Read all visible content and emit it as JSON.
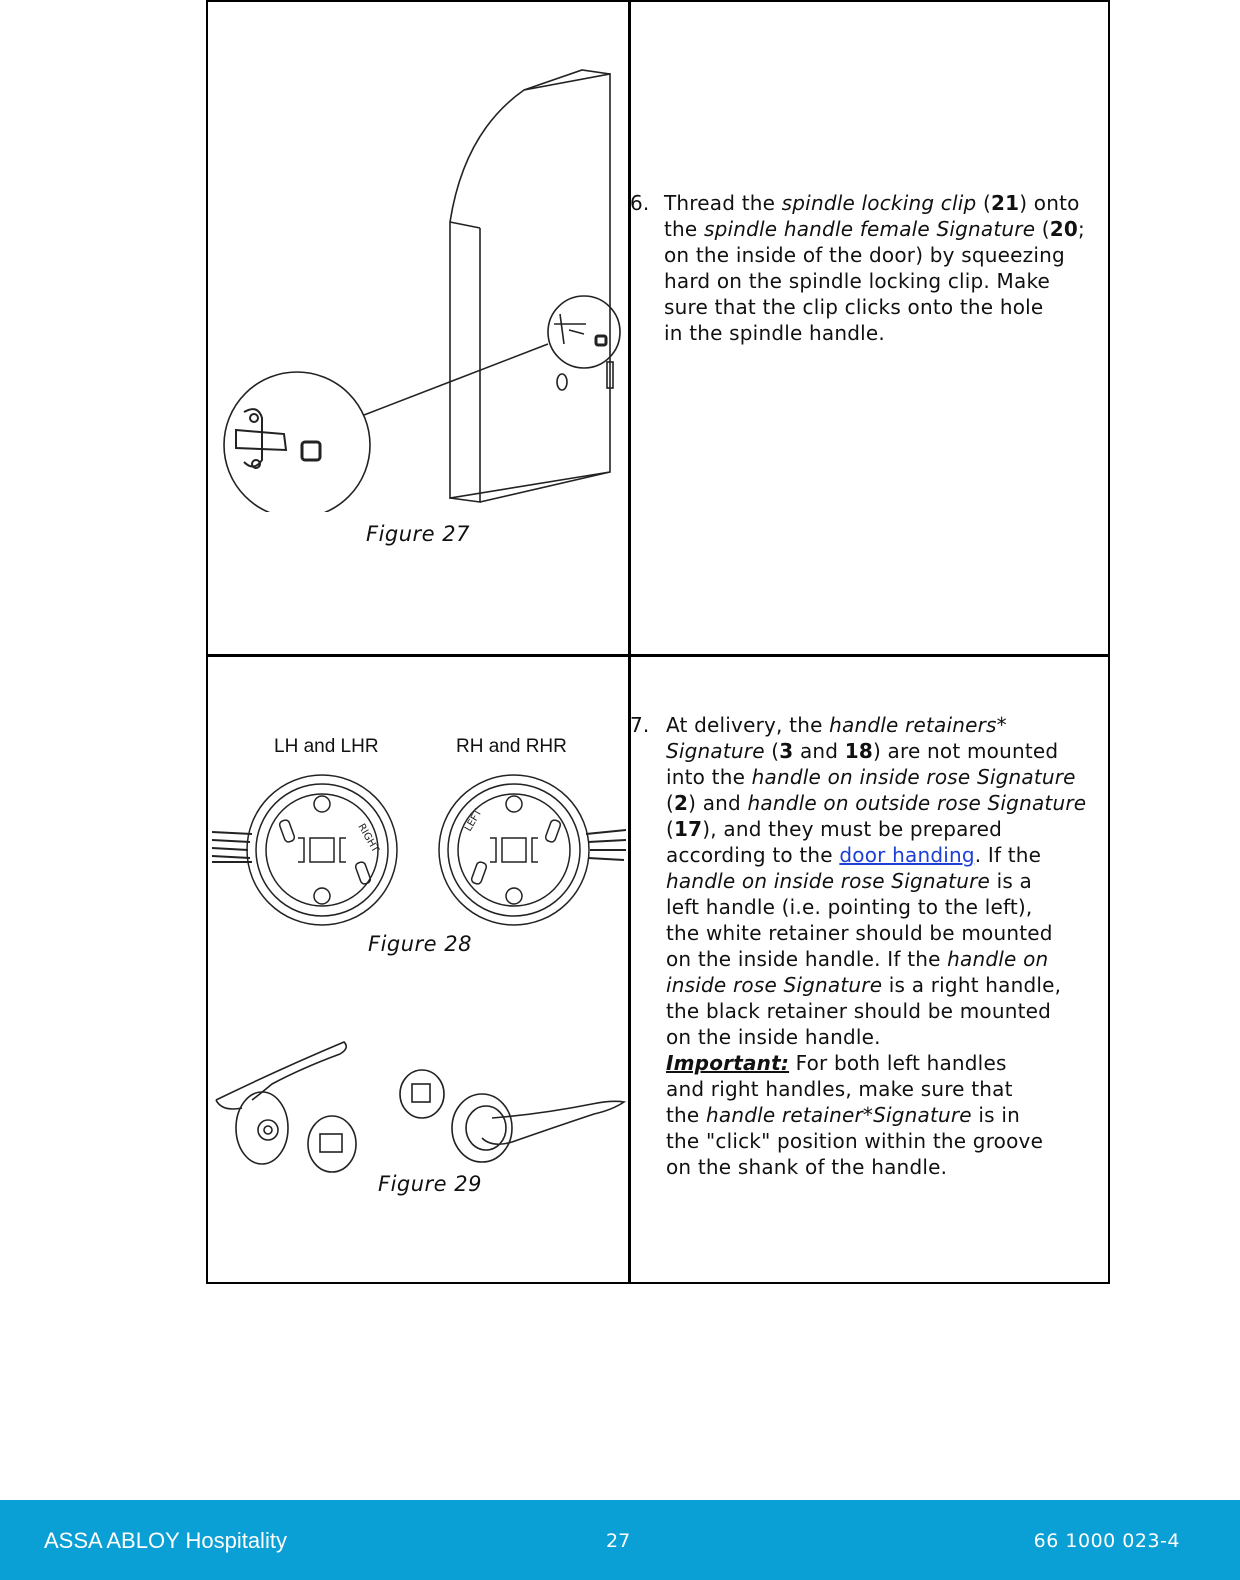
{
  "figures": {
    "fig27_caption": "Figure 27",
    "fig28_caption": "Figure 28",
    "fig29_caption": "Figure 29",
    "fig28_label_left": "LH and LHR",
    "fig28_label_right": "RH and RHR"
  },
  "step6": {
    "number": "6.",
    "lines": [
      [
        "Thread the ",
        {
          "i": "spindle locking clip"
        },
        " (",
        {
          "b": "21"
        },
        ") onto"
      ],
      [
        "the ",
        {
          "i": "spindle handle female Signature"
        },
        " (",
        {
          "b": "20"
        },
        ";"
      ],
      [
        "on the inside of the door) by squeezing"
      ],
      [
        "hard on the spindle locking clip. Make"
      ],
      [
        "sure that the clip clicks onto the hole"
      ],
      [
        "in the spindle handle."
      ]
    ]
  },
  "step7": {
    "number": "7.",
    "lines": [
      [
        "At delivery, the ",
        {
          "i": "handle retainers*"
        }
      ],
      [
        {
          "i": "Signature"
        },
        " (",
        {
          "b": "3"
        },
        " and ",
        {
          "b": "18"
        },
        ") are not mounted"
      ],
      [
        "into the ",
        {
          "i": "handle on inside rose Signature"
        }
      ],
      [
        "(",
        {
          "b": "2"
        },
        ") and ",
        {
          "i": "handle on outside rose Signature"
        }
      ],
      [
        "(",
        {
          "b": "17"
        },
        "), and they must be prepared"
      ],
      [
        "according to the ",
        {
          "link": "door handing"
        },
        ". If the"
      ],
      [
        {
          "i": "handle on inside rose Signature"
        },
        " is a"
      ],
      [
        "left handle (i.e. pointing to the left),"
      ],
      [
        "the white retainer should be mounted"
      ],
      [
        "on the inside handle. If the ",
        {
          "i": "handle on"
        }
      ],
      [
        {
          "i": "inside rose Signature"
        },
        " is a right handle,"
      ],
      [
        "the black retainer should be mounted"
      ],
      [
        "on the inside handle."
      ],
      [
        {
          "imp": "Important:"
        },
        " For both left handles"
      ],
      [
        "and right handles, make sure that"
      ],
      [
        "the ",
        {
          "i": "handle retainer*Signature"
        },
        " is in"
      ],
      [
        "the \"click\" position within the groove"
      ],
      [
        "on the shank of the handle."
      ]
    ]
  },
  "footer": {
    "brand": "ASSA ABLOY Hospitality",
    "page": "27",
    "doc_number": "66 1000 023-4"
  },
  "colors": {
    "footer_bg": "#0a9fd5",
    "link": "#1d3fd6"
  }
}
